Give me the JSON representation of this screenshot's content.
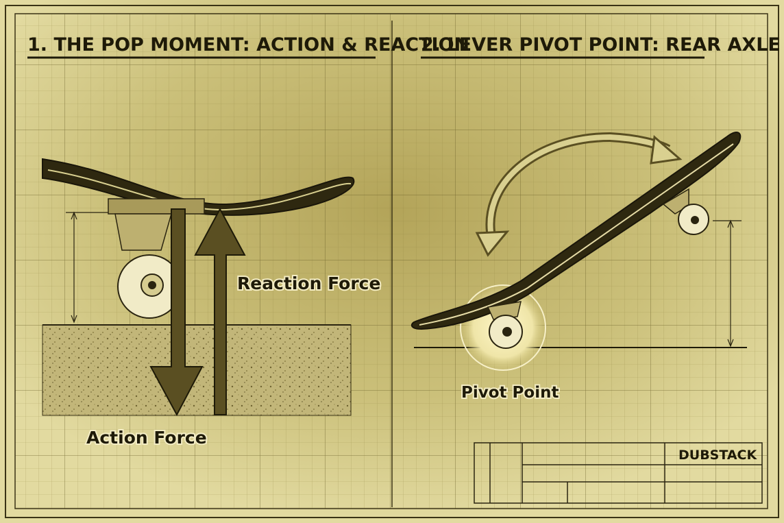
{
  "panels": [
    {
      "title": "1. THE POP MOMENT: ACTION & REACTION",
      "labels": {
        "reaction": "Reaction Force",
        "action": "Action Force"
      }
    },
    {
      "title": "2. LEVER PIVOT POINT: REAR AXLE",
      "labels": {
        "pivot": "Pivot Point"
      }
    }
  ],
  "title_block": {
    "brand": "DUBSTACK"
  },
  "colors": {
    "paper": "#d9d090",
    "center": "#b3a459",
    "ink": "#2a2410",
    "arrow": "#5a4f22"
  }
}
